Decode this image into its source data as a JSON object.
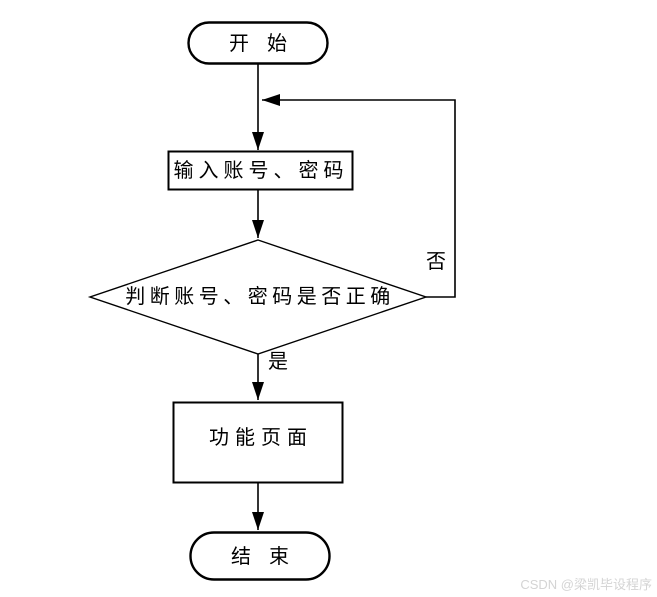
{
  "diagram": {
    "nodes": {
      "start": {
        "label": "开始",
        "type": "terminator"
      },
      "input": {
        "label": "输入账号、密码",
        "type": "process"
      },
      "decision": {
        "label": "判断账号、密码是否正确",
        "type": "decision"
      },
      "function_page": {
        "label": "功能页面",
        "type": "process"
      },
      "end": {
        "label": "结束",
        "type": "terminator"
      }
    },
    "edges": {
      "yes_label": "是",
      "no_label": "否"
    },
    "colors": {
      "stroke": "#000000",
      "fill": "#ffffff",
      "watermark": "#d4d4d4"
    }
  },
  "watermark": {
    "text": "CSDN @梁凯毕设程序"
  }
}
